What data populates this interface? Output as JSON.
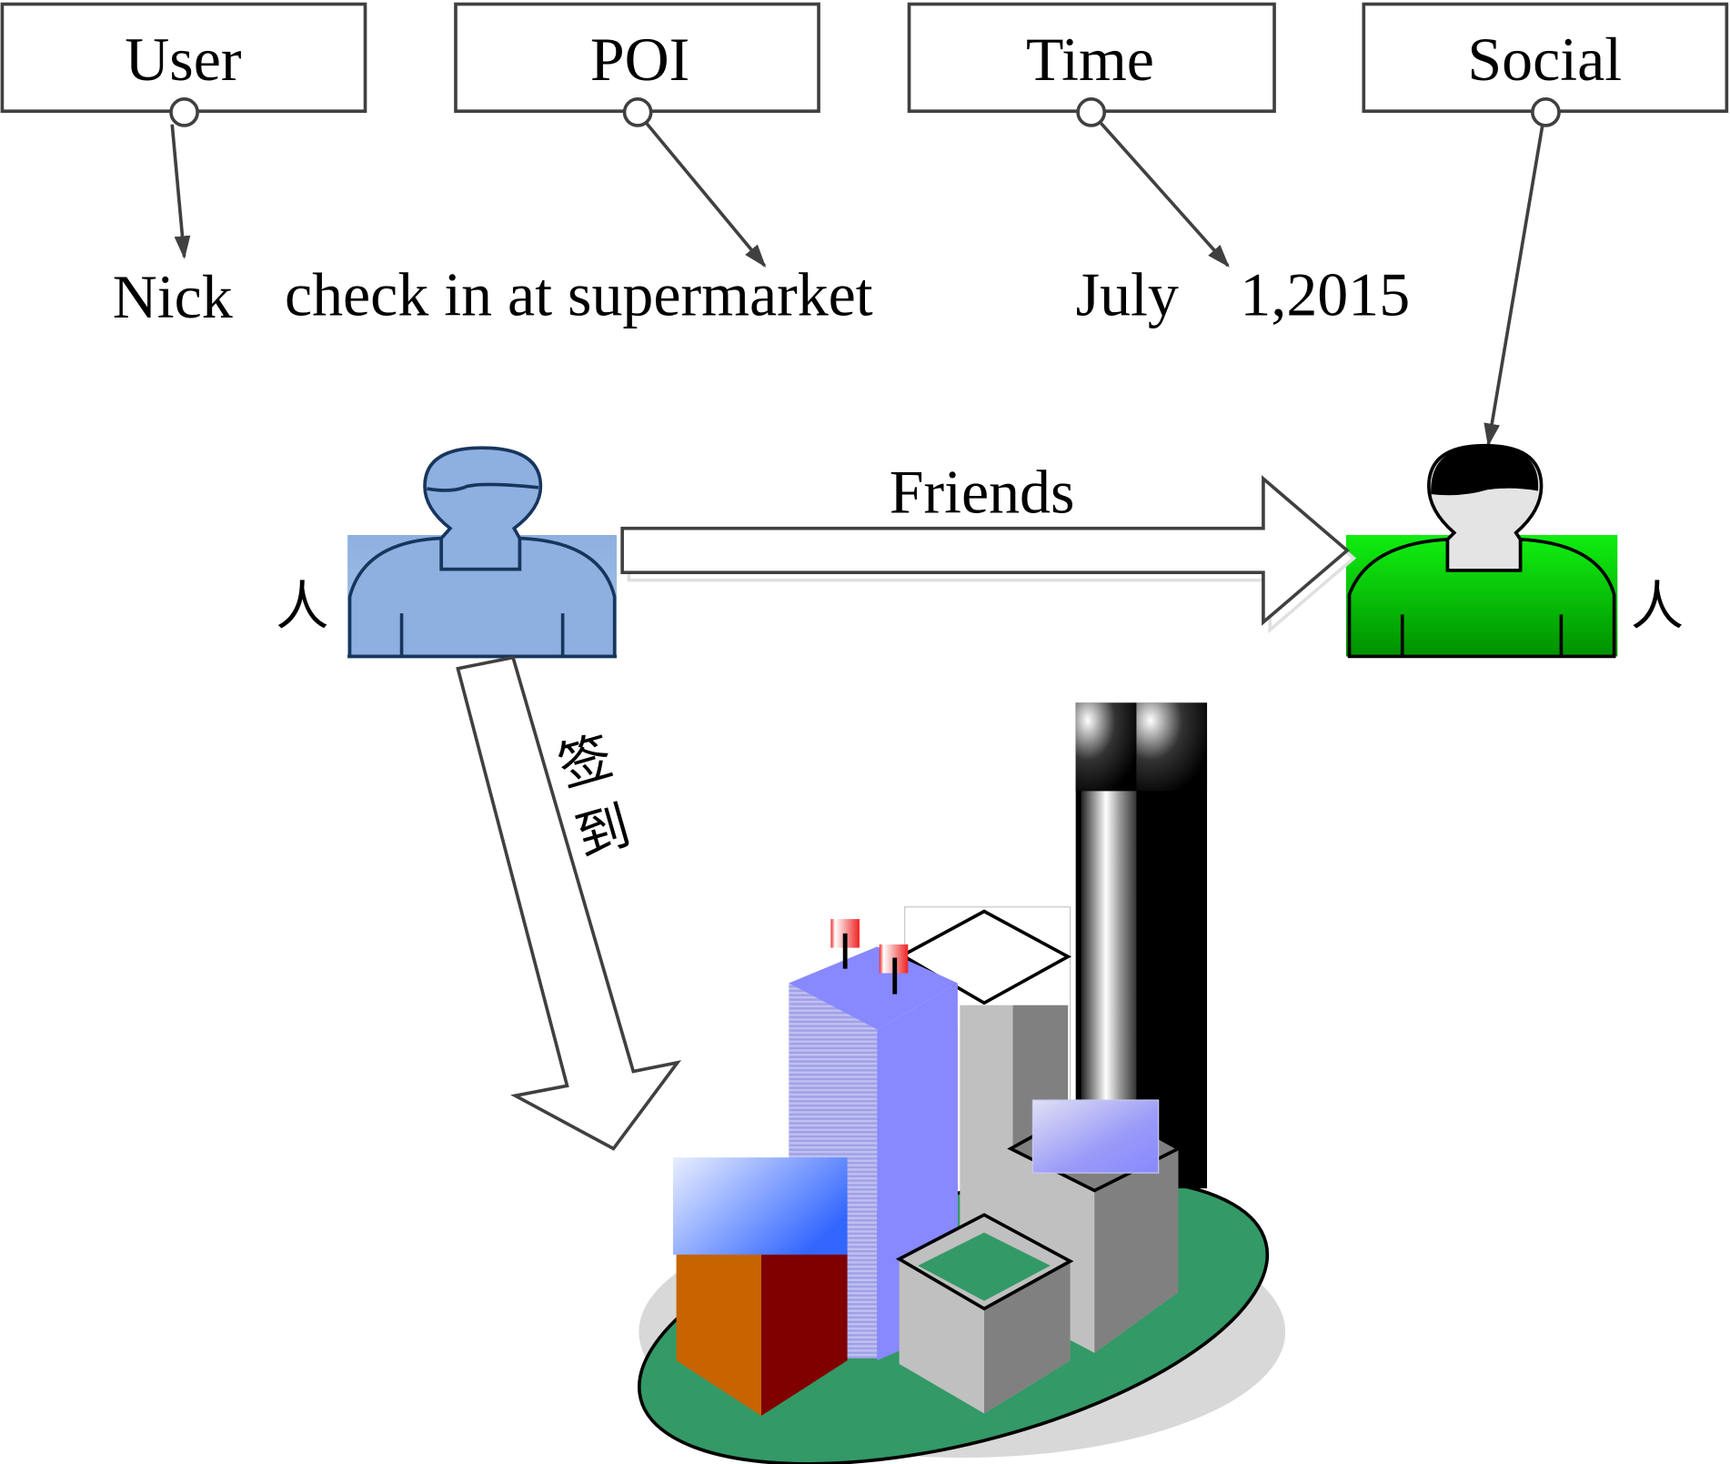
{
  "categories": [
    {
      "id": "user",
      "label": "User"
    },
    {
      "id": "poi",
      "label": "POI"
    },
    {
      "id": "time",
      "label": "Time"
    },
    {
      "id": "social",
      "label": "Social"
    }
  ],
  "sentence": {
    "subject": "Nick",
    "action": "check in at supermarket",
    "date_month": "July",
    "date_rest": "1,2015"
  },
  "relations": {
    "friends_label": "Friends",
    "checkin_label": "签到"
  },
  "people": {
    "left_label": "人",
    "right_label": "人"
  },
  "colors": {
    "box_stroke": "#404040",
    "left_person_fill": "#8eb0e0",
    "left_person_stroke": "#17365d",
    "right_person_fill": "#00cc00",
    "ground": "#339966",
    "tower_blue": "#8888ff",
    "store_orange": "#c86400",
    "store_red": "#800000"
  }
}
